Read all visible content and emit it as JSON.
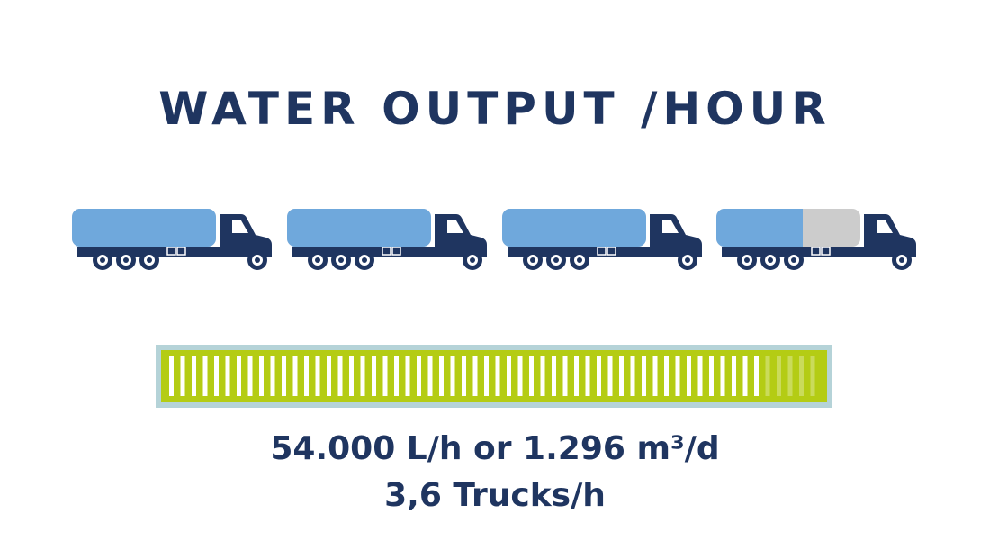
{
  "title": "WATER OUTPUT /HOUR",
  "trucks": {
    "count_full": 3,
    "last_fraction": 0.6,
    "colors": {
      "tank": "#6fa8dc",
      "tank_empty": "#cccccc",
      "cab": "#1f3560"
    },
    "icon": "tanker-truck-icon"
  },
  "progress": {
    "fraction": 0.9,
    "colors": {
      "fill": "#b4cc14",
      "frame": "#b5d3d8",
      "stripe": "#ffffff"
    }
  },
  "output": {
    "flow_text": "54.000 L/h or 1.296 m³/d",
    "trucks_text": "3,6 Trucks/h"
  },
  "colors": {
    "text": "#1f3560",
    "background": "#ffffff"
  }
}
